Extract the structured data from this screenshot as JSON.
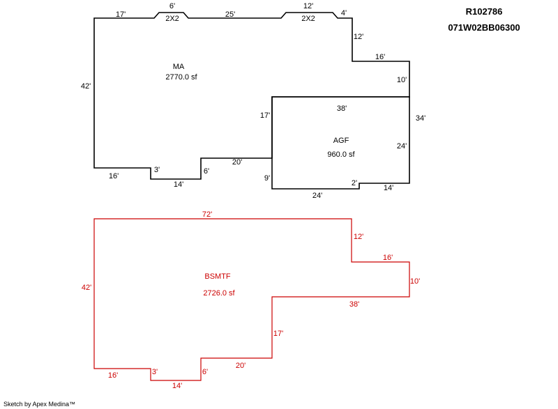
{
  "header": {
    "record_id": "R102786",
    "parcel_id": "071W02BB06300"
  },
  "footer": {
    "credit": "Sketch by Apex Medina™"
  },
  "colors": {
    "upper": "#000000",
    "basement": "#cc0000",
    "background": "#ffffff"
  },
  "upper": {
    "ma": {
      "name": "MA",
      "area": "2770.0 sf"
    },
    "agf": {
      "name": "AGF",
      "area": "960.0 sf"
    },
    "dims": {
      "top_left": "17'",
      "bump1_w": "6'",
      "bump1_lbl": "2X2",
      "top_mid": "25'",
      "bump2_w": "12'",
      "bump2_lbl": "2X2",
      "top_right": "4'",
      "right_upper": "12'",
      "step": "16'",
      "right_mid": "10'",
      "left": "42'",
      "ma_left_bottom": "16'",
      "ma_notch_left": "3'",
      "ma_notch_bottom": "14'",
      "ma_notch_right": "6'",
      "ma_lower_bottom": "20'",
      "agf_top": "38'",
      "agf_left_upper": "17'",
      "agf_left_lower": "9'",
      "agf_right_outer": "34'",
      "agf_right_inner": "24'",
      "agf_bottom": "24'",
      "agf_step": "2'",
      "agf_bottom_right": "14'"
    }
  },
  "basement": {
    "name": "BSMTF",
    "area": "2726.0 sf",
    "dims": {
      "top": "72'",
      "right_upper": "12'",
      "step": "16'",
      "right_mid": "10'",
      "inner_top": "38'",
      "left": "42'",
      "inner_left": "17'",
      "lower": "20'",
      "notch_right": "6'",
      "notch_bottom": "14'",
      "notch_left": "3'",
      "bottom_left": "16'"
    }
  }
}
